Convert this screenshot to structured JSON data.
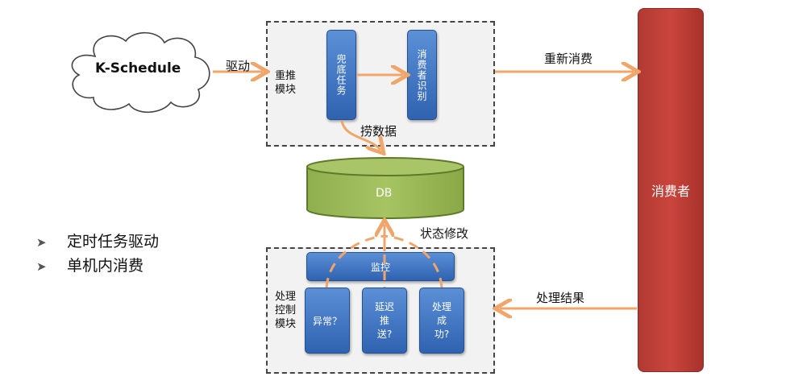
{
  "cloud": {
    "label": "K-Schedule"
  },
  "edges": {
    "drive": "驱动",
    "re_consume": "重新消费",
    "fetch_data": "捞数据",
    "status_modify": "状态修改",
    "process_result": "处理结果"
  },
  "retry_module": {
    "title": "重推模块",
    "fallback_task": "兜底任务",
    "consumer_identify": "消费者识别"
  },
  "db": {
    "label": "DB"
  },
  "control_module": {
    "title": "处理控制模块",
    "monitor": "监控",
    "exception": "异常？",
    "delay_push": "延迟推送?",
    "success": "处理成功?"
  },
  "consumer": {
    "label": "消费者"
  },
  "bullets": [
    "定时任务驱动",
    "单机内消费"
  ],
  "colors": {
    "arrow": "#f0a66a",
    "blue_box": "#3a6fbe",
    "db_fill": "#9dbb5b",
    "consumer": "#c0403a"
  }
}
